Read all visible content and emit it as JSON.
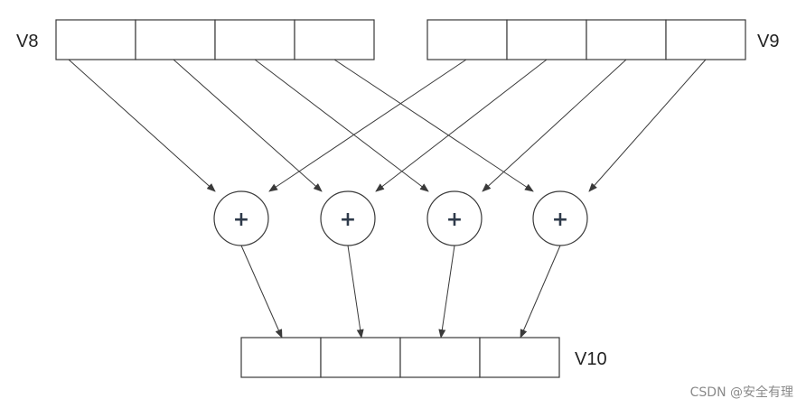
{
  "registers": {
    "v8": {
      "label": "V8",
      "cells": 4
    },
    "v9": {
      "label": "V9",
      "cells": 4
    },
    "v10": {
      "label": "V10",
      "cells": 4
    }
  },
  "adders": [
    {
      "symbol": "+"
    },
    {
      "symbol": "+"
    },
    {
      "symbol": "+"
    },
    {
      "symbol": "+"
    }
  ],
  "watermark": "CSDN @安全有理",
  "colors": {
    "stroke": "#3a3a3a",
    "plus": "#2e3a4a",
    "watermark": "#8a8a8a"
  }
}
